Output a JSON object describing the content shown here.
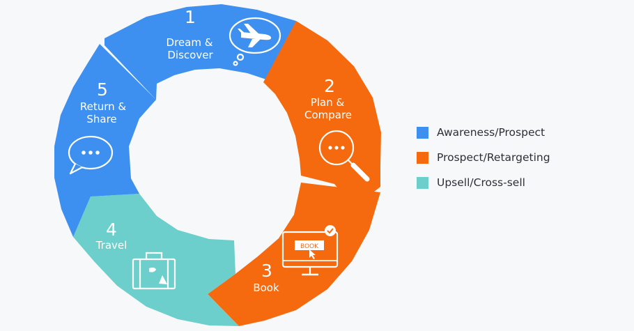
{
  "colors": {
    "blue": "#3d8ff0",
    "orange": "#f56a0e",
    "teal": "#6ccfcb",
    "white": "#ffffff",
    "legend_text": "#2b3037"
  },
  "segments": [
    {
      "number": "1",
      "label_line1": "Dream &",
      "label_line2": "Discover",
      "icon": "airplane-thought-icon",
      "phase": "awareness"
    },
    {
      "number": "2",
      "label_line1": "Plan &",
      "label_line2": "Compare",
      "icon": "magnifier-icon",
      "phase": "retargeting"
    },
    {
      "number": "3",
      "label_line1": "Book",
      "label_line2": "",
      "icon": "monitor-book-icon",
      "phase": "retargeting",
      "icon_text": "BOOK"
    },
    {
      "number": "4",
      "label_line1": "Travel",
      "label_line2": "",
      "icon": "suitcase-icon",
      "phase": "upsell"
    },
    {
      "number": "5",
      "label_line1": "Return &",
      "label_line2": "Share",
      "icon": "speech-bubble-icon",
      "phase": "awareness"
    }
  ],
  "legend": [
    {
      "label": "Awareness/Prospect",
      "color": "#3d8ff0"
    },
    {
      "label": "Prospect/Retargeting",
      "color": "#f56a0e"
    },
    {
      "label": "Upsell/Cross-sell",
      "color": "#6ccfcb"
    }
  ]
}
